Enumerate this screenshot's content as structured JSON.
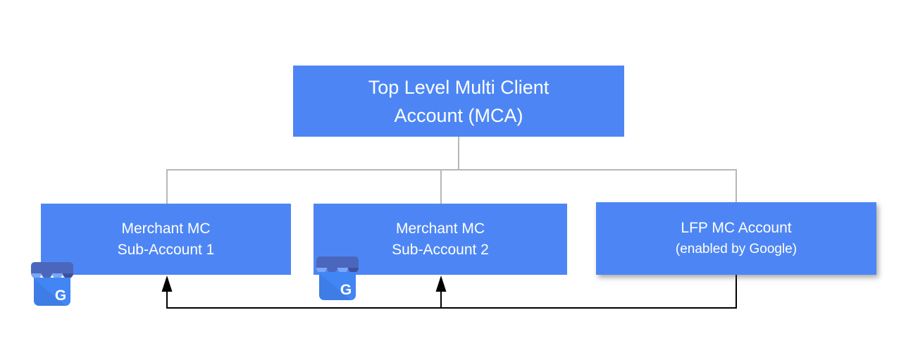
{
  "colors": {
    "node_fill": "#4d86f4",
    "node_text": "#ffffff",
    "tree_line": "#b7b7b7",
    "flow_line": "#000000",
    "icon_band_blue": "#4b67bd",
    "icon_light_blue": "#7ba7f5",
    "icon_dark_blue": "#40509e",
    "icon_body_blue": "#4285f4"
  },
  "nodes": {
    "mca": {
      "lines": [
        "Top Level Multi Client",
        "Account (MCA)"
      ]
    },
    "sub1": {
      "lines": [
        "Merchant MC",
        "Sub-Account 1"
      ]
    },
    "sub2": {
      "lines": [
        "Merchant MC",
        "Sub-Account 2"
      ]
    },
    "lfp": {
      "lines": [
        "LFP MC Account",
        "(enabled by Google)"
      ]
    }
  },
  "icons": {
    "gmb_letter": "G"
  }
}
